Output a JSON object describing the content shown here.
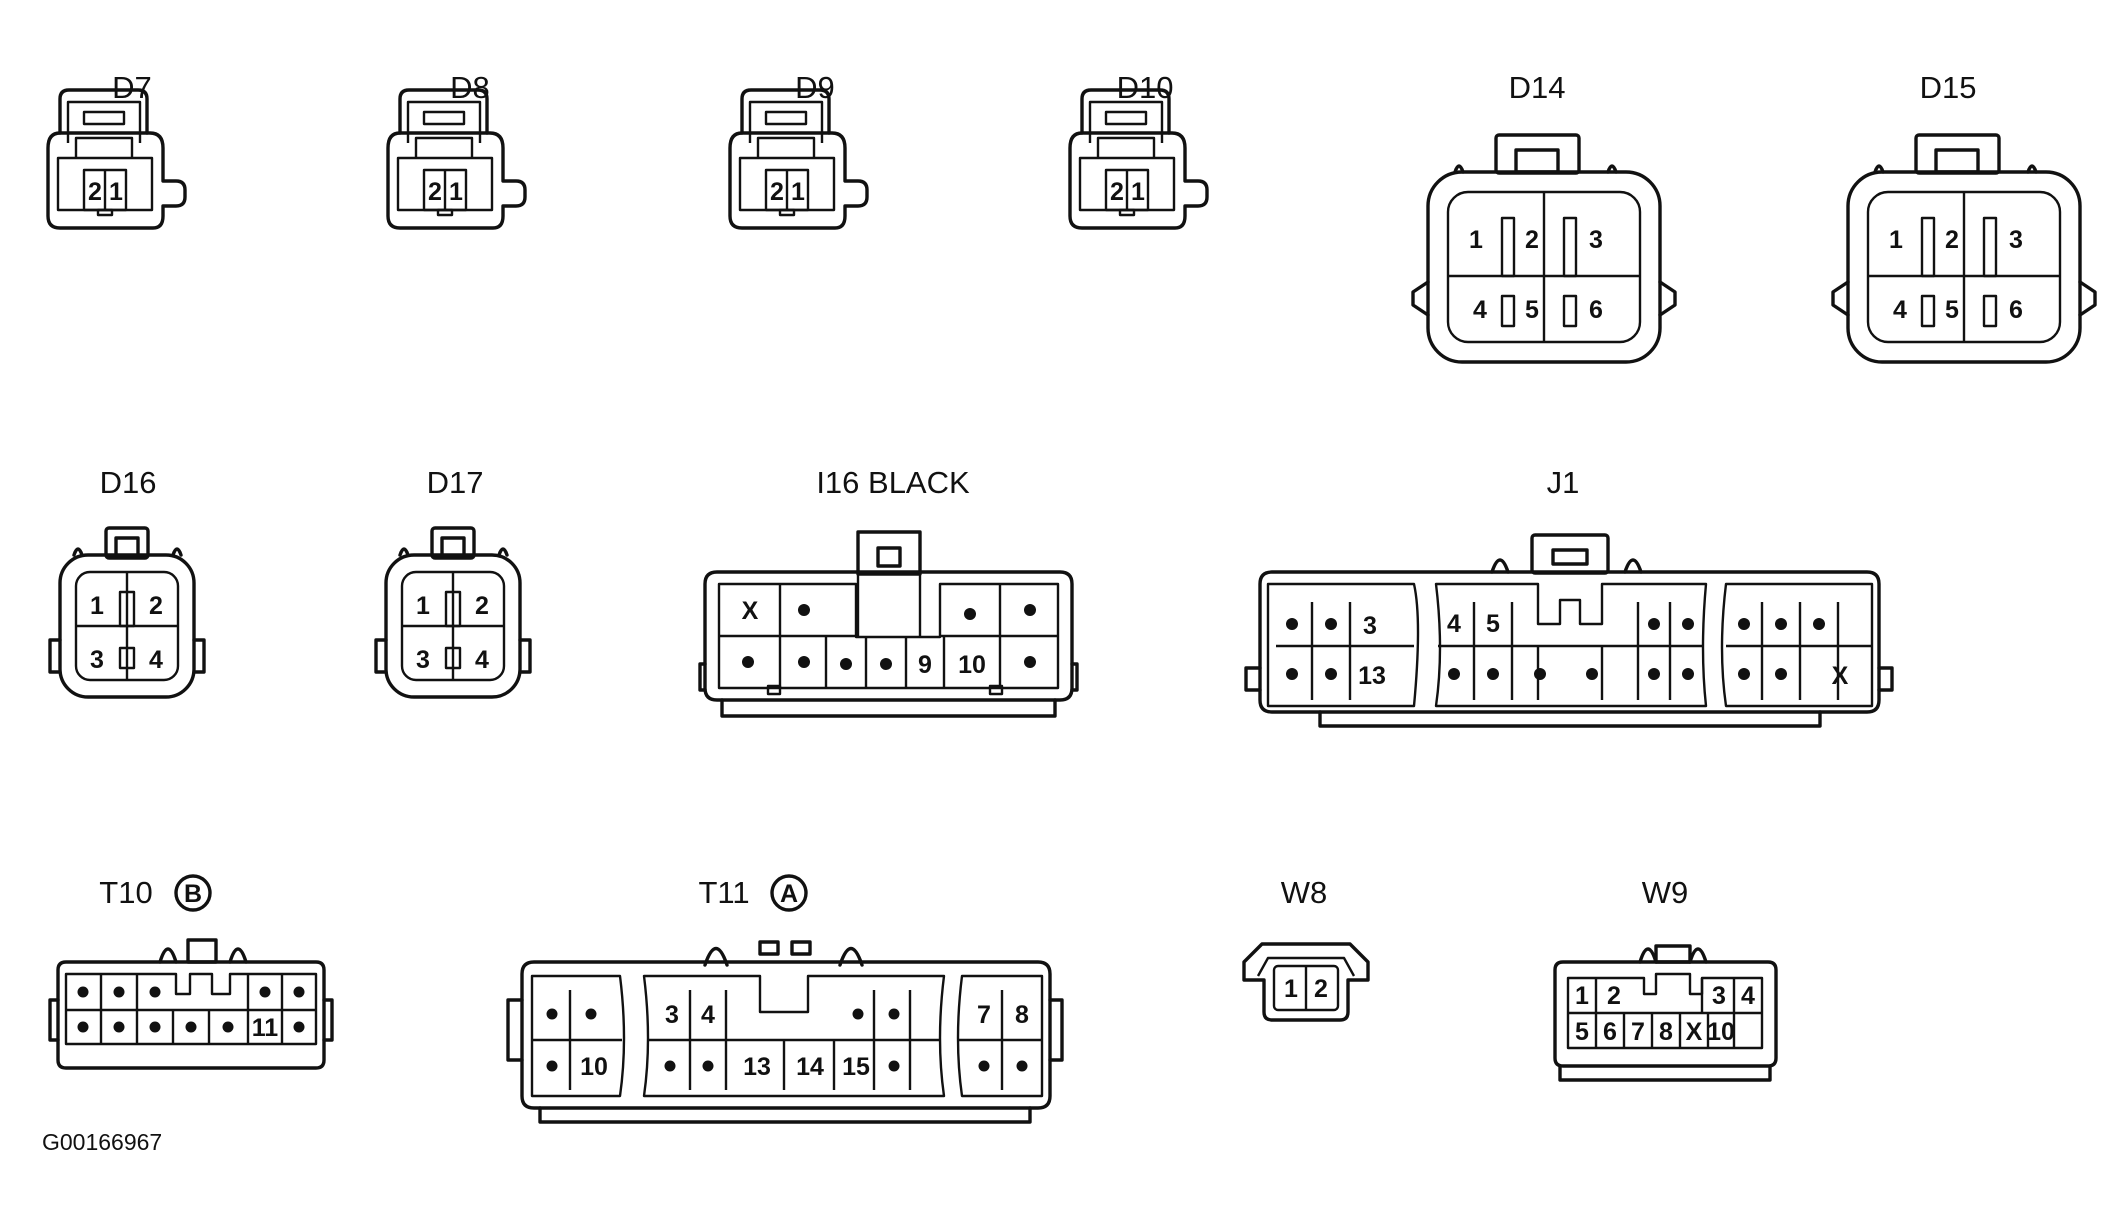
{
  "diagram_code": "G00166967",
  "connectors": {
    "D7": {
      "label": "D7",
      "pins": [
        "2",
        "1"
      ]
    },
    "D8": {
      "label": "D8",
      "pins": [
        "2",
        "1"
      ]
    },
    "D9": {
      "label": "D9",
      "pins": [
        "2",
        "1"
      ]
    },
    "D10": {
      "label": "D10",
      "pins": [
        "2",
        "1"
      ]
    },
    "D14": {
      "label": "D14",
      "pins": [
        "1",
        "2",
        "3",
        "4",
        "5",
        "6"
      ]
    },
    "D15": {
      "label": "D15",
      "pins": [
        "1",
        "2",
        "3",
        "4",
        "5",
        "6"
      ]
    },
    "D16": {
      "label": "D16",
      "pins": [
        "1",
        "2",
        "3",
        "4"
      ]
    },
    "D17": {
      "label": "D17",
      "pins": [
        "1",
        "2",
        "3",
        "4"
      ]
    },
    "I16": {
      "label": "I16 BLACK",
      "pins": [
        "X",
        "9",
        "10"
      ]
    },
    "J1": {
      "label": "J1",
      "pins": [
        "3",
        "4",
        "5",
        "13",
        "X"
      ]
    },
    "T10": {
      "label": "T10",
      "badge": "B",
      "pins": [
        "11"
      ]
    },
    "T11": {
      "label": "T11",
      "badge": "A",
      "pins": [
        "3",
        "4",
        "10",
        "13",
        "14",
        "15",
        "7",
        "8"
      ]
    },
    "W8": {
      "label": "W8",
      "pins": [
        "1",
        "2"
      ]
    },
    "W9": {
      "label": "W9",
      "pins": [
        "1",
        "2",
        "3",
        "4",
        "5",
        "6",
        "7",
        "8",
        "X",
        "10"
      ]
    }
  }
}
